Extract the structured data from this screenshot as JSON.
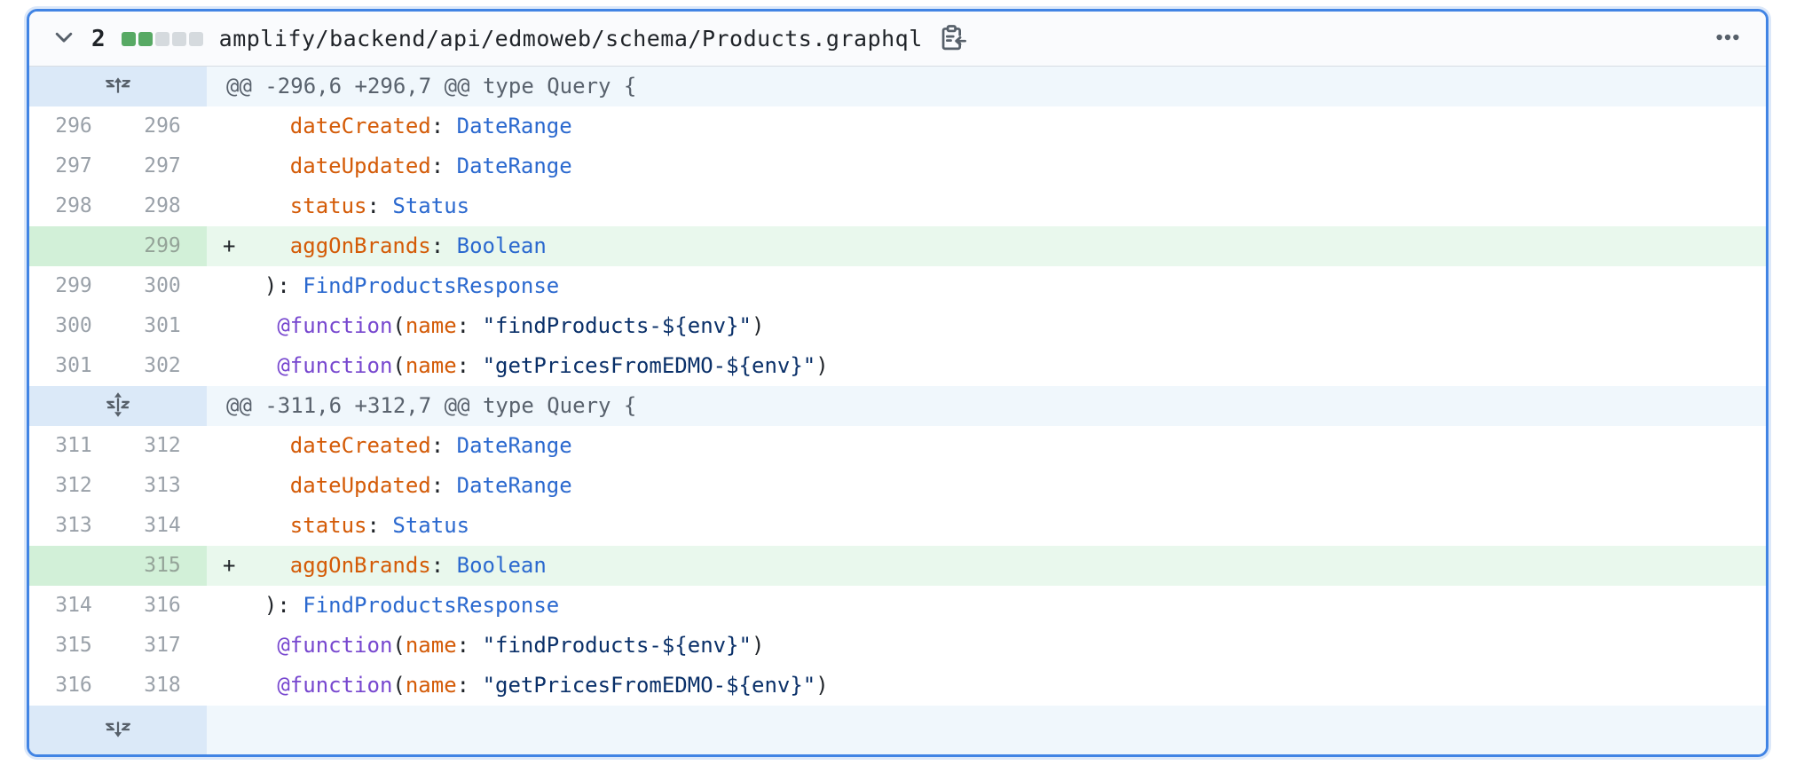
{
  "header": {
    "collapse_icon": "chevron-down-icon",
    "changed_lines_count": "2",
    "diffstat": {
      "added_squares": 2,
      "neutral_squares": 3
    },
    "file_path": "amplify/backend/api/edmoweb/schema/Products.graphql",
    "copy_icon": "copy-path-icon",
    "menu_icon": "kebab-horizontal-icon"
  },
  "colors": {
    "card_border": "#4184e4",
    "header_bg": "#fafbfd",
    "hunk_gutter_bg": "#dbe9f8",
    "hunk_row_bg": "#f0f7fc",
    "added_gutter_bg": "#d2f0d8",
    "added_row_bg": "#e9f8ed",
    "diffstat_green": "#57a964",
    "diffstat_gray": "#d5dade",
    "token_attr": "#d45b07",
    "token_type": "#2b69cf",
    "token_string": "#0a3069",
    "token_keyword": "#7747cf"
  },
  "diff": {
    "rows": [
      {
        "kind": "hunk",
        "icon": "expand-up-icon",
        "text": "@@ -296,6 +296,7 @@ type Query {"
      },
      {
        "kind": "context",
        "old": "296",
        "new": "296",
        "marker": "",
        "segments": [
          [
            "    ",
            "plain"
          ],
          [
            "dateCreated",
            "attr"
          ],
          [
            ": ",
            "plain"
          ],
          [
            "DateRange",
            "type"
          ]
        ]
      },
      {
        "kind": "context",
        "old": "297",
        "new": "297",
        "marker": "",
        "segments": [
          [
            "    ",
            "plain"
          ],
          [
            "dateUpdated",
            "attr"
          ],
          [
            ": ",
            "plain"
          ],
          [
            "DateRange",
            "type"
          ]
        ]
      },
      {
        "kind": "context",
        "old": "298",
        "new": "298",
        "marker": "",
        "segments": [
          [
            "    ",
            "plain"
          ],
          [
            "status",
            "attr"
          ],
          [
            ": ",
            "plain"
          ],
          [
            "Status",
            "type"
          ]
        ]
      },
      {
        "kind": "added",
        "old": "",
        "new": "299",
        "marker": "+",
        "segments": [
          [
            "    ",
            "plain"
          ],
          [
            "aggOnBrands",
            "attr"
          ],
          [
            ": ",
            "plain"
          ],
          [
            "Boolean",
            "type"
          ]
        ]
      },
      {
        "kind": "context",
        "old": "299",
        "new": "300",
        "marker": "",
        "segments": [
          [
            "  ): ",
            "plain"
          ],
          [
            "FindProductsResponse",
            "type"
          ]
        ]
      },
      {
        "kind": "context",
        "old": "300",
        "new": "301",
        "marker": "",
        "segments": [
          [
            "   ",
            "plain"
          ],
          [
            "@function",
            "kw"
          ],
          [
            "(",
            "plain"
          ],
          [
            "name",
            "attr"
          ],
          [
            ": ",
            "plain"
          ],
          [
            "\"findProducts-${env}\"",
            "str"
          ],
          [
            ")",
            "plain"
          ]
        ]
      },
      {
        "kind": "context",
        "old": "301",
        "new": "302",
        "marker": "",
        "segments": [
          [
            "   ",
            "plain"
          ],
          [
            "@function",
            "kw"
          ],
          [
            "(",
            "plain"
          ],
          [
            "name",
            "attr"
          ],
          [
            ": ",
            "plain"
          ],
          [
            "\"getPricesFromEDMO-${env}\"",
            "str"
          ],
          [
            ")",
            "plain"
          ]
        ]
      },
      {
        "kind": "hunk",
        "icon": "expand-both-icon",
        "text": "@@ -311,6 +312,7 @@ type Query {"
      },
      {
        "kind": "context",
        "old": "311",
        "new": "312",
        "marker": "",
        "segments": [
          [
            "    ",
            "plain"
          ],
          [
            "dateCreated",
            "attr"
          ],
          [
            ": ",
            "plain"
          ],
          [
            "DateRange",
            "type"
          ]
        ]
      },
      {
        "kind": "context",
        "old": "312",
        "new": "313",
        "marker": "",
        "segments": [
          [
            "    ",
            "plain"
          ],
          [
            "dateUpdated",
            "attr"
          ],
          [
            ": ",
            "plain"
          ],
          [
            "DateRange",
            "type"
          ]
        ]
      },
      {
        "kind": "context",
        "old": "313",
        "new": "314",
        "marker": "",
        "segments": [
          [
            "    ",
            "plain"
          ],
          [
            "status",
            "attr"
          ],
          [
            ": ",
            "plain"
          ],
          [
            "Status",
            "type"
          ]
        ]
      },
      {
        "kind": "added",
        "old": "",
        "new": "315",
        "marker": "+",
        "segments": [
          [
            "    ",
            "plain"
          ],
          [
            "aggOnBrands",
            "attr"
          ],
          [
            ": ",
            "plain"
          ],
          [
            "Boolean",
            "type"
          ]
        ]
      },
      {
        "kind": "context",
        "old": "314",
        "new": "316",
        "marker": "",
        "segments": [
          [
            "  ): ",
            "plain"
          ],
          [
            "FindProductsResponse",
            "type"
          ]
        ]
      },
      {
        "kind": "context",
        "old": "315",
        "new": "317",
        "marker": "",
        "segments": [
          [
            "   ",
            "plain"
          ],
          [
            "@function",
            "kw"
          ],
          [
            "(",
            "plain"
          ],
          [
            "name",
            "attr"
          ],
          [
            ": ",
            "plain"
          ],
          [
            "\"findProducts-${env}\"",
            "str"
          ],
          [
            ")",
            "plain"
          ]
        ]
      },
      {
        "kind": "context",
        "old": "316",
        "new": "318",
        "marker": "",
        "segments": [
          [
            "   ",
            "plain"
          ],
          [
            "@function",
            "kw"
          ],
          [
            "(",
            "plain"
          ],
          [
            "name",
            "attr"
          ],
          [
            ": ",
            "plain"
          ],
          [
            "\"getPricesFromEDMO-${env}\"",
            "str"
          ],
          [
            ")",
            "plain"
          ]
        ]
      },
      {
        "kind": "expander",
        "icon": "expand-down-icon",
        "text": ""
      }
    ]
  }
}
